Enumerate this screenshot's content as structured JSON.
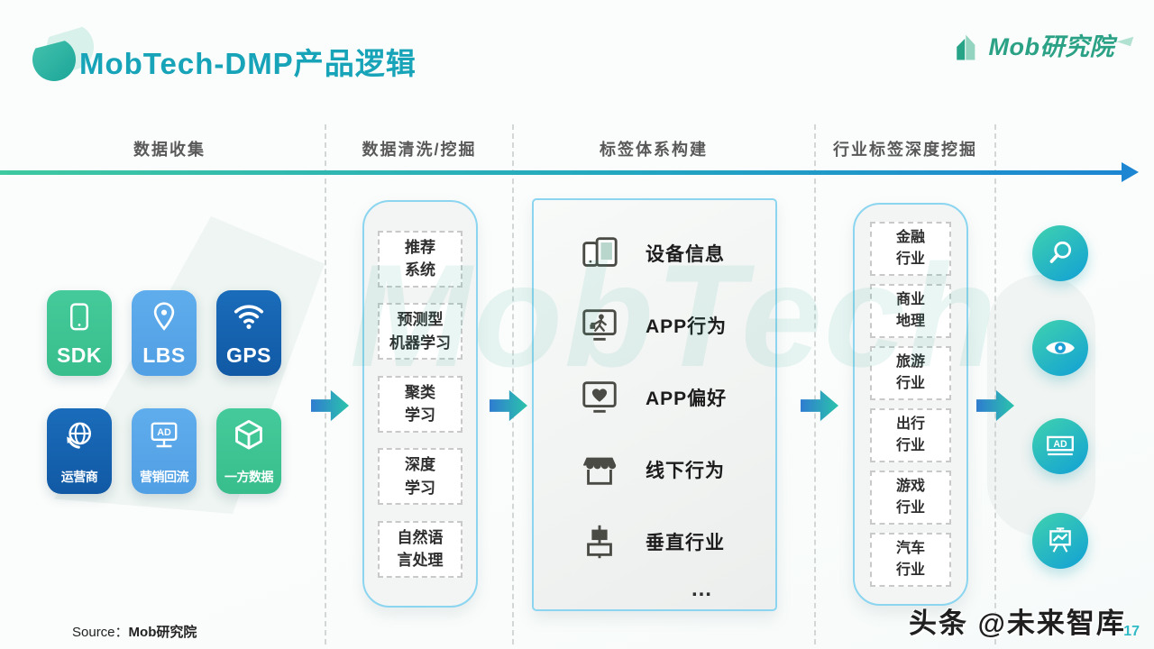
{
  "slide": {
    "title": "MobTech-DMP产品逻辑",
    "logo_text": "Mob研究院",
    "watermark": "MobTech",
    "page_number": "17",
    "source_prefix": "Source：",
    "source_value": "Mob研究院",
    "footer_badge": "头条 @未来智库"
  },
  "stages": [
    {
      "label": "数据收集"
    },
    {
      "label": "数据清洗/挖掘"
    },
    {
      "label": "标签体系构建"
    },
    {
      "label": "行业标签深度挖掘"
    }
  ],
  "data_sources": [
    {
      "label": "SDK",
      "icon": "phone-icon",
      "color": "#3ec795"
    },
    {
      "label": "LBS",
      "icon": "location-pin-icon",
      "color": "#58a7e8"
    },
    {
      "label": "GPS",
      "icon": "wifi-icon",
      "color": "#1463b2"
    },
    {
      "label": "运营商",
      "icon": "globe-sync-icon",
      "color": "#1463b2"
    },
    {
      "label": "营销回流",
      "icon": "ad-board-icon",
      "color": "#58a7e8"
    },
    {
      "label": "一方数据",
      "icon": "cube-icon",
      "color": "#3ec795"
    }
  ],
  "cleaning_methods": [
    "推荐\n系统",
    "预测型\n机器学习",
    "聚类\n学习",
    "深度\n学习",
    "自然语\n言处理"
  ],
  "tag_system": [
    {
      "label": "设备信息",
      "icon": "devices-icon"
    },
    {
      "label": "APP行为",
      "icon": "app-behavior-icon"
    },
    {
      "label": "APP偏好",
      "icon": "app-preference-icon"
    },
    {
      "label": "线下行为",
      "icon": "storefront-icon"
    },
    {
      "label": "垂直行业",
      "icon": "vertical-align-icon"
    }
  ],
  "tag_system_more": "…",
  "industries": [
    "金融\n行业",
    "商业\n地理",
    "旅游\n行业",
    "出行\n行业",
    "游戏\n行业",
    "汽车\n行业"
  ],
  "outputs": [
    {
      "icon": "search-icon"
    },
    {
      "icon": "eye-icon"
    },
    {
      "icon": "ad-circle-icon"
    },
    {
      "icon": "presentation-chart-icon"
    }
  ],
  "icon_text": {
    "ad": "AD"
  },
  "colors": {
    "title_teal": "#17a3b8",
    "header_gray": "#595959",
    "timeline_green": "#3ec9a0",
    "timeline_blue": "#1d86d2",
    "tile_green": "#3ec795",
    "tile_blue": "#58a7e8",
    "tile_darkblue": "#1463b2",
    "panel_border_blue": "#8bd5f0",
    "arrow_gradient_start": "#2f7cd0",
    "arrow_gradient_end": "#2bc4ab",
    "circle_teal": "#3bcdb2",
    "circle_blue": "#16a5d1",
    "logo_green": "#2ba185"
  }
}
